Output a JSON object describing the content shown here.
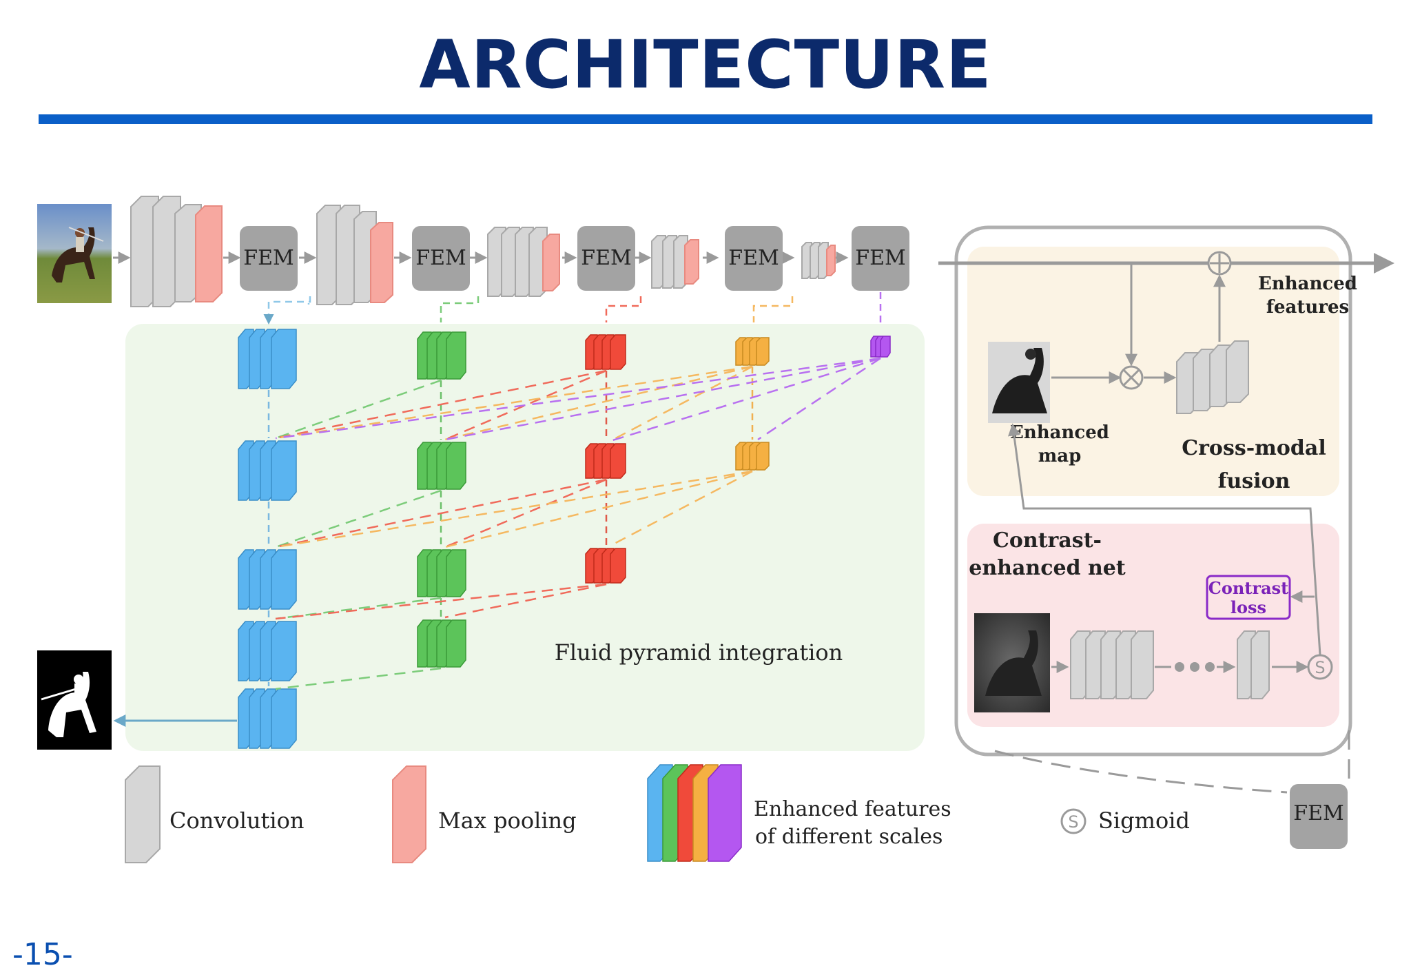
{
  "slide": {
    "title": "ARCHITECTURE",
    "page_number": "-15-"
  },
  "diagram": {
    "fem_label": "FEM",
    "fluid_pyramid_label": "Fluid pyramid integration",
    "enhanced_features_label_line1": "Enhanced",
    "enhanced_features_label_line2": "features",
    "enhanced_map_label_line1": "Enhanced",
    "enhanced_map_label_line2": "map",
    "cross_modal_label_line1": "Cross-modal",
    "cross_modal_label_line2": "fusion",
    "contrast_net_label_line1": "Contrast-",
    "contrast_net_label_line2": "enhanced net",
    "contrast_loss_line1": "Contrast",
    "contrast_loss_line2": "loss",
    "sigmoid_symbol": "S",
    "scale_colors": [
      "#5ab4f0",
      "#5cc45a",
      "#f04a3a",
      "#f5b042",
      "#b457f0"
    ]
  },
  "legend": {
    "convolution": "Convolution",
    "max_pooling": "Max pooling",
    "enhanced_scales_line1": "Enhanced features",
    "enhanced_scales_line2": "of different scales",
    "sigmoid": "Sigmoid",
    "sigmoid_symbol": "S",
    "fem": "FEM"
  }
}
